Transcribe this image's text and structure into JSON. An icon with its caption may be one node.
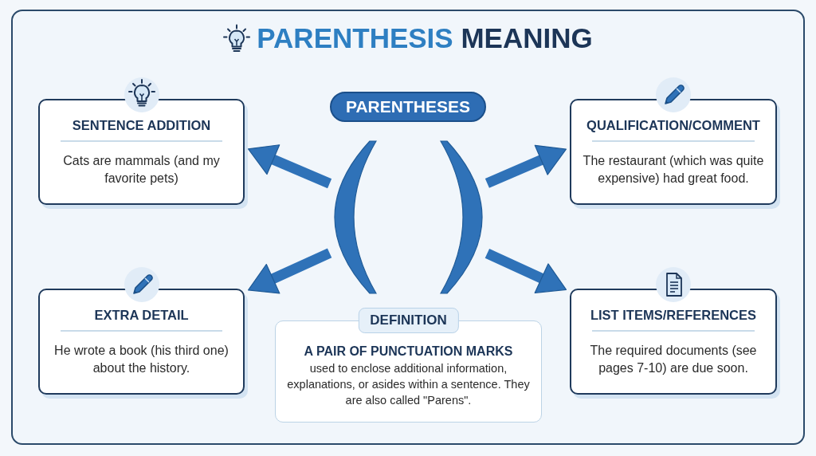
{
  "diagram": {
    "title": "PARENTHESIS MEANING",
    "nodes": [
      {
        "text": [
          "SENTENCE ADDITION",
          "Cats are mammals (and my favorite pets)"
        ]
      },
      {
        "text": [
          "PARENTHESES"
        ]
      },
      {
        "text": [
          "QUALIFICATION/COMMENT",
          "The restaurant (which was quite expensive) had great food."
        ]
      },
      {
        "text": [],
        "shape": "picture"
      },
      {
        "text": [
          "EXTRA DETAIL",
          "He wrote a book (his third one) about the history."
        ]
      },
      {
        "text": [
          "DEFINITION",
          "**A PAIR OF PUNCTUATION MARKS** used to enclose additional information, explanations, or asides within a sentence. They are also called \"Parens\"."
        ]
      },
      {
        "text": [
          "LIST ITEMS/REFERENCES",
          "The required documents (see pages 7-10) are due soon."
        ]
      }
    ],
    "edges": [
      {
        "from": 3,
        "to": 0,
        "arrow": "to"
      },
      {
        "from": 3,
        "to": 2,
        "arrow": "to"
      },
      {
        "from": 3,
        "to": 4,
        "arrow": "to"
      },
      {
        "from": 3,
        "to": 6,
        "arrow": "to"
      }
    ]
  }
}
